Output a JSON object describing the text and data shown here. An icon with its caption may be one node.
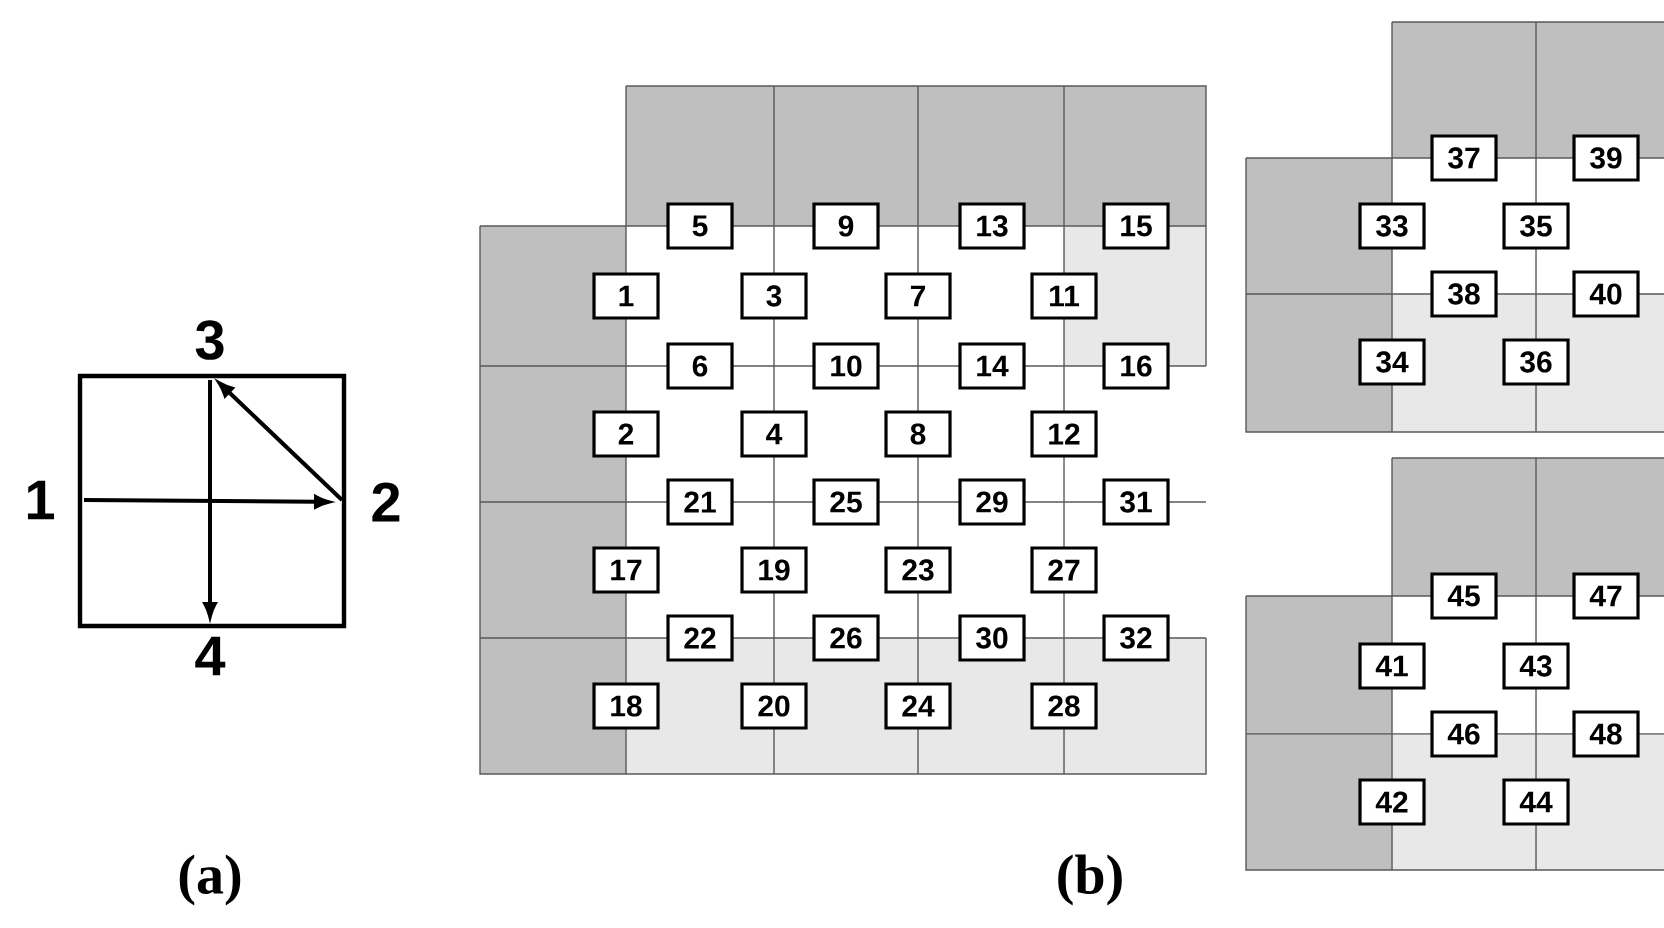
{
  "diagram": {
    "nodes": [
      {
        "text": [
          "1"
        ]
      },
      {
        "text": [
          "2"
        ]
      },
      {
        "text": [
          "3"
        ]
      },
      {
        "text": [
          "4"
        ]
      },
      {
        "text": [
          "1"
        ]
      },
      {
        "text": [
          "2"
        ]
      },
      {
        "text": [
          "3"
        ]
      },
      {
        "text": [
          "4"
        ]
      },
      {
        "text": [
          "5"
        ]
      },
      {
        "text": [
          "6"
        ]
      },
      {
        "text": [
          "7"
        ]
      },
      {
        "text": [
          "8"
        ]
      },
      {
        "text": [
          "9"
        ]
      },
      {
        "text": [
          "10"
        ]
      },
      {
        "text": [
          "11"
        ]
      },
      {
        "text": [
          "12"
        ]
      },
      {
        "text": [
          "13"
        ]
      },
      {
        "text": [
          "14"
        ]
      },
      {
        "text": [
          "15"
        ]
      },
      {
        "text": [
          "16"
        ]
      },
      {
        "text": [
          "17"
        ]
      },
      {
        "text": [
          "18"
        ]
      },
      {
        "text": [
          "19"
        ]
      },
      {
        "text": [
          "20"
        ]
      },
      {
        "text": [
          "21"
        ]
      },
      {
        "text": [
          "22"
        ]
      },
      {
        "text": [
          "23"
        ]
      },
      {
        "text": [
          "24"
        ]
      },
      {
        "text": [
          "25"
        ]
      },
      {
        "text": [
          "26"
        ]
      },
      {
        "text": [
          "27"
        ]
      },
      {
        "text": [
          "28"
        ]
      },
      {
        "text": [
          "29"
        ]
      },
      {
        "text": [
          "30"
        ]
      },
      {
        "text": [
          "31"
        ]
      },
      {
        "text": [
          "32"
        ]
      },
      {
        "text": [
          "33"
        ]
      },
      {
        "text": [
          "34"
        ]
      },
      {
        "text": [
          "35"
        ]
      },
      {
        "text": [
          "36"
        ]
      },
      {
        "text": [
          "37"
        ]
      },
      {
        "text": [
          "38"
        ]
      },
      {
        "text": [
          "39"
        ]
      },
      {
        "text": [
          "40"
        ]
      },
      {
        "text": [
          "41"
        ]
      },
      {
        "text": [
          "42"
        ]
      },
      {
        "text": [
          "43"
        ]
      },
      {
        "text": [
          "44"
        ]
      },
      {
        "text": [
          "45"
        ]
      },
      {
        "text": [
          "46"
        ]
      },
      {
        "text": [
          "47"
        ]
      },
      {
        "text": [
          "48"
        ]
      }
    ],
    "edges": [
      {
        "from": 0,
        "to": 1,
        "arrow": "to"
      },
      {
        "from": 2,
        "to": 3,
        "arrow": "to"
      },
      {
        "from": 1,
        "to": 2,
        "arrow": "to"
      }
    ],
    "labels": [
      "(a)",
      "(b)"
    ]
  }
}
